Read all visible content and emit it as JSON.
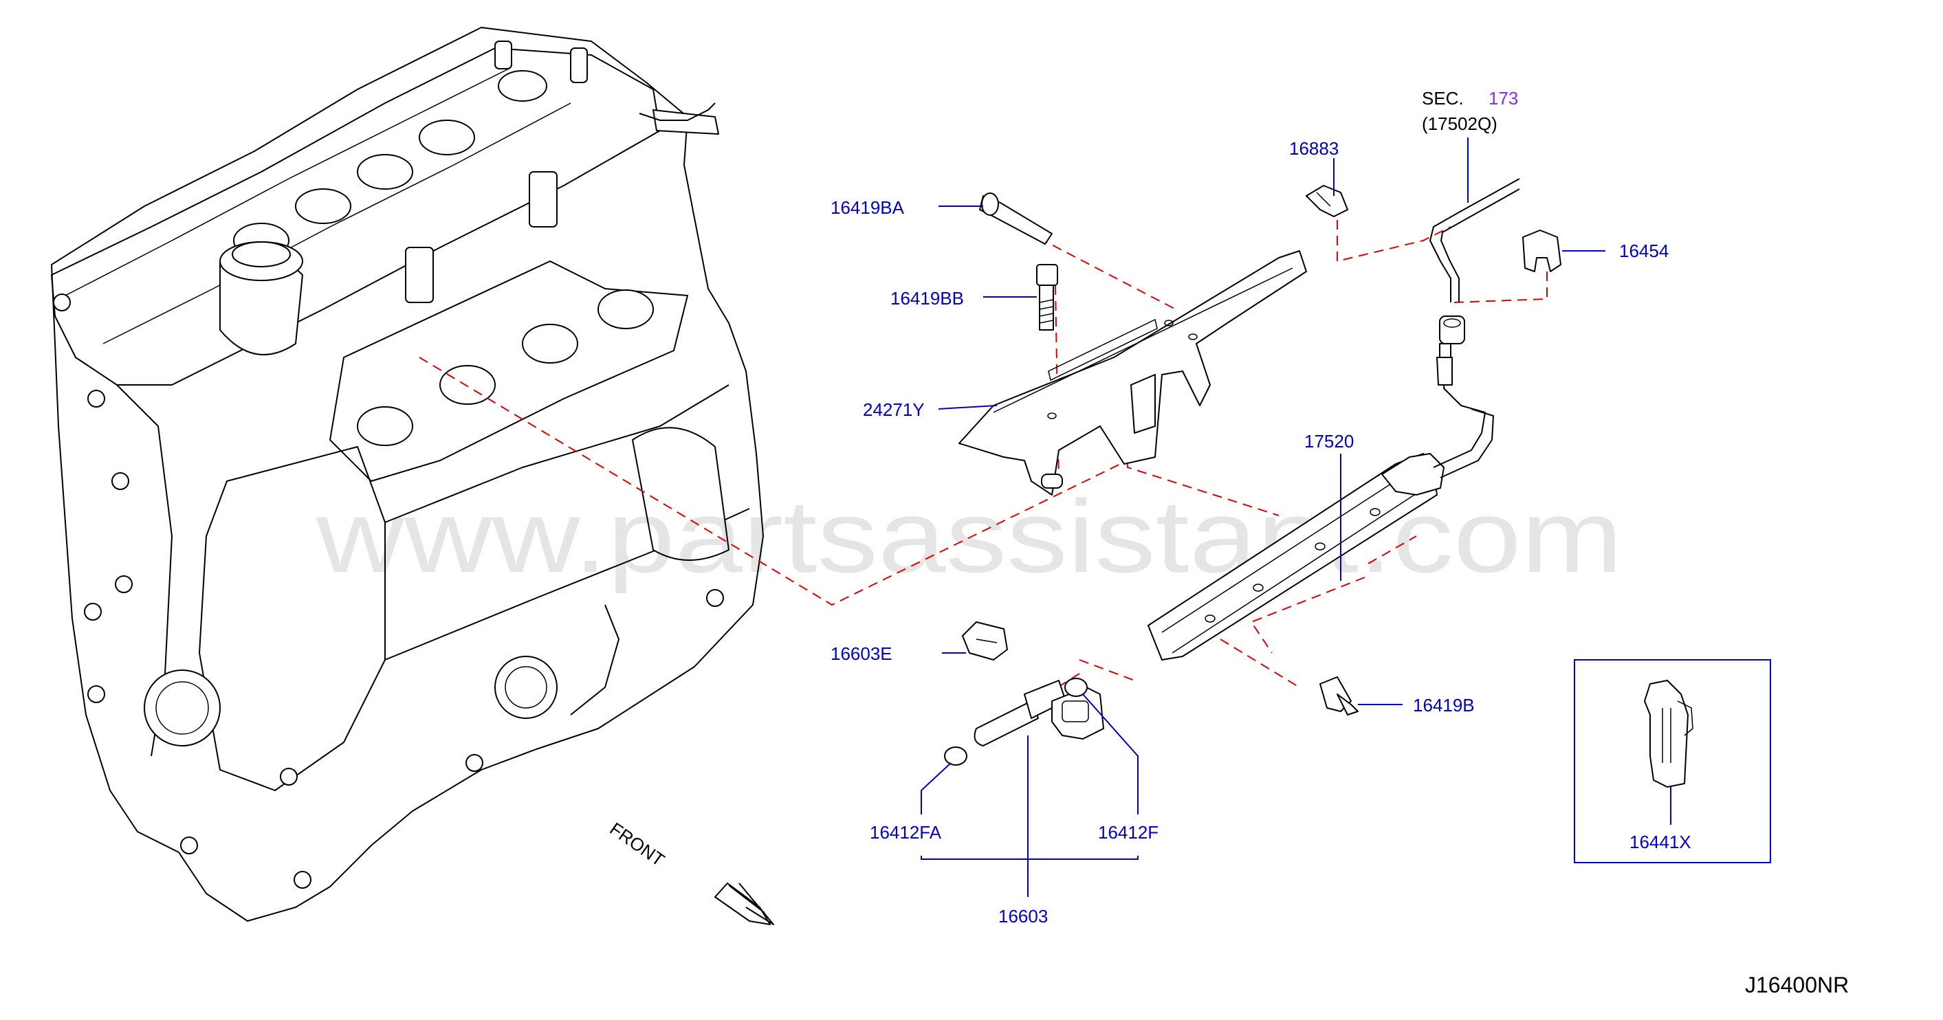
{
  "diagram_code": "J16400NR",
  "watermark": "www.partsassistant.com",
  "direction_label": "FRONT",
  "section_ref": {
    "prefix": "SEC.",
    "number": "173",
    "sub": "(17502Q)"
  },
  "part_labels": {
    "p16419BA": "16419BA",
    "p16419BB": "16419BB",
    "p24271Y": "24271Y",
    "p16883": "16883",
    "p16454": "16454",
    "p17520": "17520",
    "p16603E": "16603E",
    "p16419B": "16419B",
    "p16412FA": "16412FA",
    "p16412F": "16412F",
    "p16603": "16603",
    "p16441X": "16441X"
  },
  "colors": {
    "label_text": "#0000c8",
    "leader_lines": "#0000c8",
    "dashed_lines": "#e00000",
    "section_number": "#8a2be2",
    "line_art": "#000000"
  }
}
